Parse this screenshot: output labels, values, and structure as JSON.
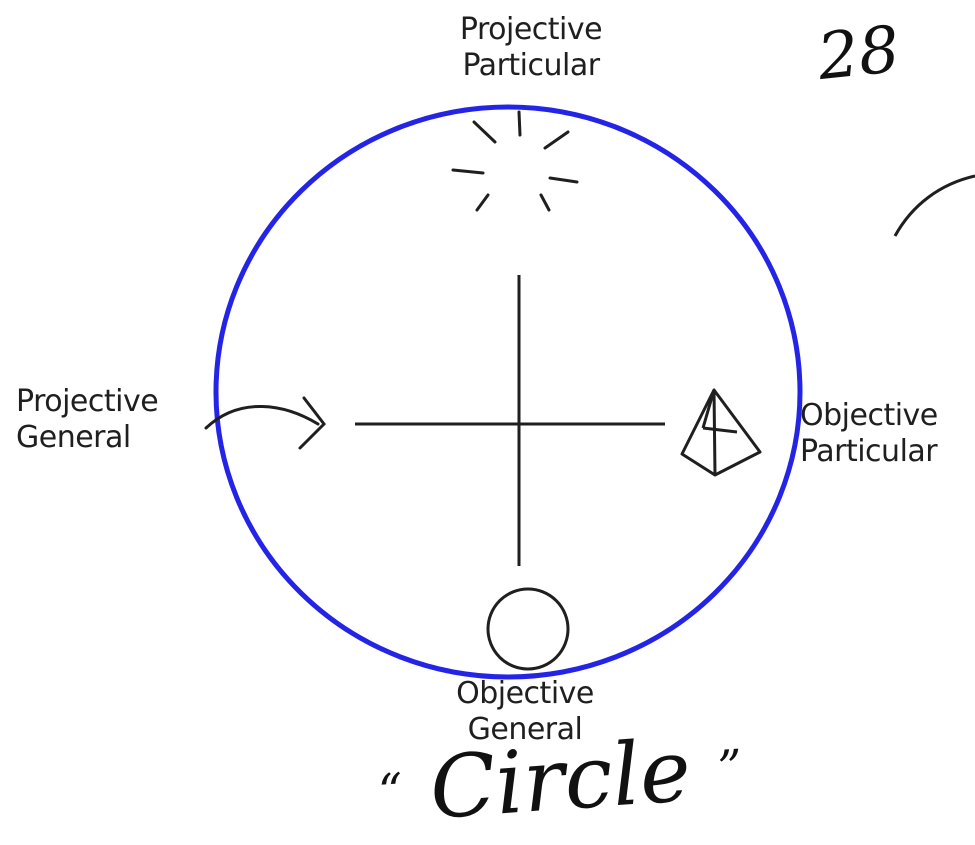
{
  "diagram": {
    "labels": {
      "projective_particular": [
        "Projective",
        "Particular"
      ],
      "projective_general": [
        "Projective",
        "General"
      ],
      "objective_particular": [
        "Objective",
        "Particular"
      ],
      "objective_general": [
        "Objective",
        "General"
      ]
    },
    "caption": {
      "open_quote": "“",
      "word": "Circle",
      "close_quote": "”"
    },
    "page_number": "28",
    "colors": {
      "circle_stroke": "#2424e6",
      "ink": "#1f1f1f"
    },
    "icons": [
      "burst-icon",
      "arrow-icon",
      "pyramid-icon",
      "small-circle-icon"
    ]
  }
}
